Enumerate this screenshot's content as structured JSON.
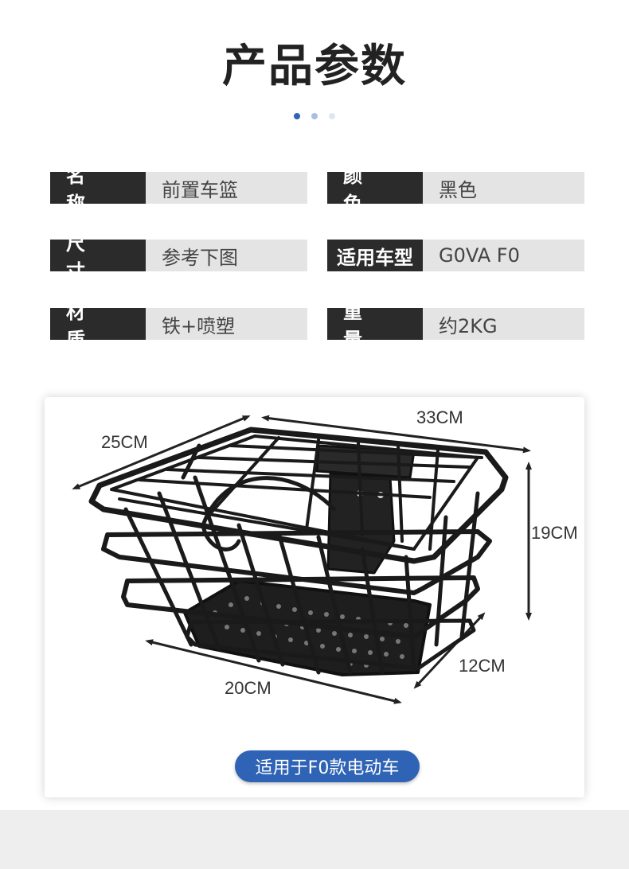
{
  "title": "产品参数",
  "specs": [
    {
      "label": "名 称",
      "value": "前置车篮"
    },
    {
      "label": "颜 色",
      "value": "黑色"
    },
    {
      "label": "尺 寸",
      "value": "参考下图"
    },
    {
      "label": "适用车型",
      "value": "G0VA F0"
    },
    {
      "label": "材 质",
      "value": "铁+喷塑"
    },
    {
      "label": "重 量",
      "value": "约2KG"
    }
  ],
  "dimensions": {
    "depth_top": "25CM",
    "width_top": "33CM",
    "height": "19CM",
    "depth_bottom": "12CM",
    "width_bottom": "20CM"
  },
  "badge": "适用于F0款电动车",
  "colors": {
    "accent": "#2f63b5",
    "label_bg": "#2b2b2b",
    "value_bg": "#e4e4e4"
  }
}
